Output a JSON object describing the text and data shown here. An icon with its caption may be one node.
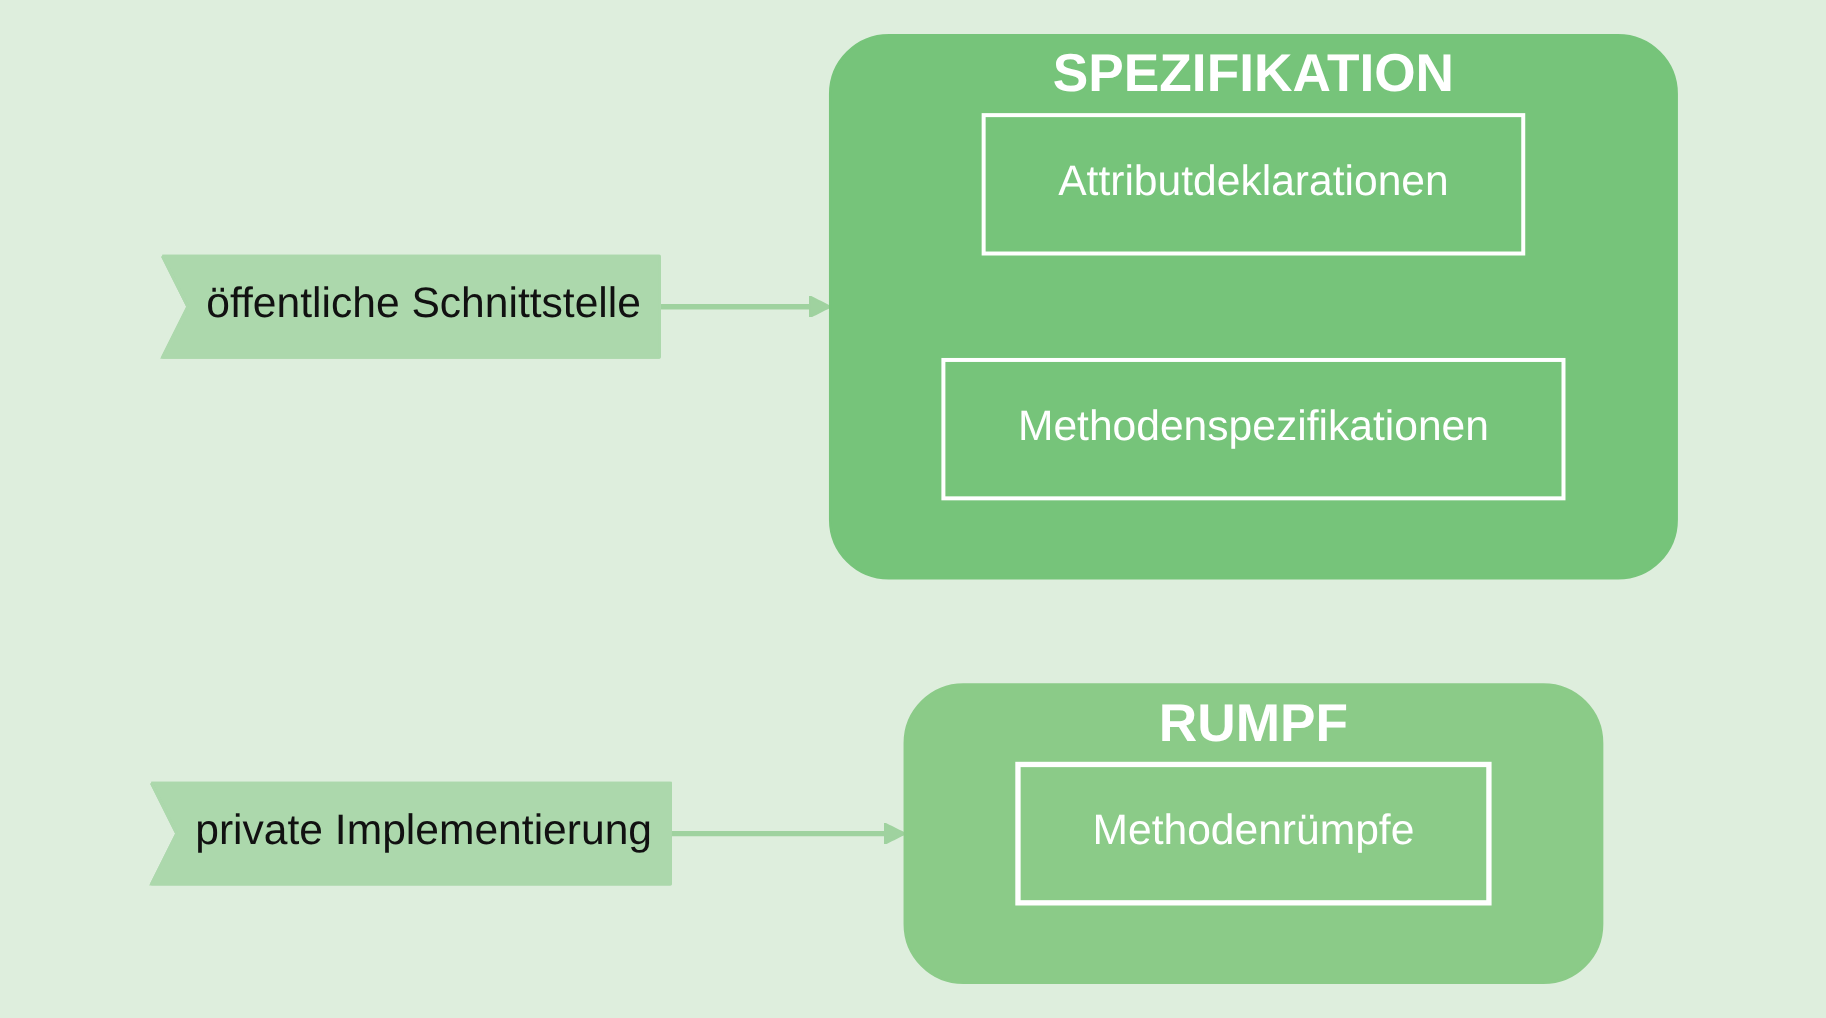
{
  "diagram": {
    "nodes": [
      {
        "text": [
          "öffentliche Schnittstelle"
        ]
      },
      {
        "text": [
          "SPEZIFIKATION"
        ]
      },
      {
        "text": [
          "Attributdeklarationen"
        ],
        "in": 1
      },
      {
        "text": [
          "Methodenspezifikationen"
        ],
        "in": 1
      },
      {
        "text": [
          "private Implementierung"
        ]
      },
      {
        "text": [
          "RUMPF"
        ]
      },
      {
        "text": [
          "Methodenrümpfe"
        ],
        "in": 5
      }
    ],
    "edges": [
      {
        "from": 0,
        "to": 1,
        "arrow": "to"
      },
      {
        "from": 4,
        "to": 5,
        "arrow": "to"
      }
    ]
  }
}
